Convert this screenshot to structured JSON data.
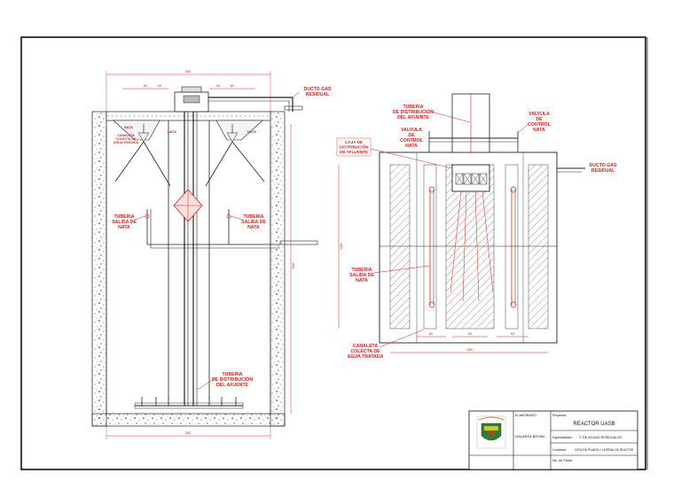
{
  "section": {
    "labels": {
      "ducto_gas": [
        "DUCTO GAS",
        "RESIDUAL"
      ],
      "tuberia_salida_left": [
        "TUBERIA",
        "SALIDA DE",
        "NATA"
      ],
      "tuberia_salida_right": [
        "TUBERIA",
        "SALIDA DE",
        "NATA"
      ],
      "tuberia_dist": [
        "TUBERIA",
        "DE DISTRIBUCIÓN",
        "DEL AFUENTE"
      ],
      "small_nata_left": "NATA",
      "small_nata_mid": "NATA",
      "small_nata_right": "NATA",
      "canaleta": [
        "CANALETA",
        "COLECTA DE",
        "AGUA TRATADA"
      ]
    },
    "dims": {
      "top": "280",
      "bottom": "280",
      "sub_left": "60",
      "sub_right": "60",
      "sub_a": "40",
      "sub_b": "40",
      "right_vertical": "900"
    }
  },
  "plan": {
    "labels": {
      "tuberia_dist": [
        "TUBERIA",
        "DE DISTRIBUCIÓN",
        "DEL AFUENTE"
      ],
      "valvula_left": [
        "VALVULA",
        "DE",
        "CONTROL",
        "NATA"
      ],
      "valvula_right": [
        "VALVULA",
        "DE",
        "CONTROL",
        "NATA"
      ],
      "caja": [
        "CAJA DE",
        "DISTRIBUCIÓN",
        "DE AFLUENTE"
      ],
      "ducto_gas": [
        "DUCTO GAS",
        "RESIDUAL"
      ],
      "tuberia_salida": [
        "TUBERIA",
        "SALIDA DE",
        "NATA"
      ],
      "canaleta": [
        "CANALETA",
        "COLECTA DE",
        "AGUA TRATADA"
      ]
    },
    "dims": {
      "bottom_total": "280",
      "bottom_parts": [
        "60",
        "60",
        "60"
      ],
      "left_vertical": "280"
    }
  },
  "title_block": {
    "elaboro_label": "ELABORADO:",
    "elaboro_name": "GALARZA BRYAN",
    "proyecto_label": "Proyecto:",
    "proyecto_value": "REACTOR UASB",
    "especialidad_label": "Especialidad:",
    "especialidad_value": "T. DE AGUAS RESIDUALES",
    "contiene_label": "Contiene:",
    "contiene_value": "VISTA EN PLANTA Y LATERAL DE REACTOR",
    "plano_label": "No. de Plano:"
  }
}
